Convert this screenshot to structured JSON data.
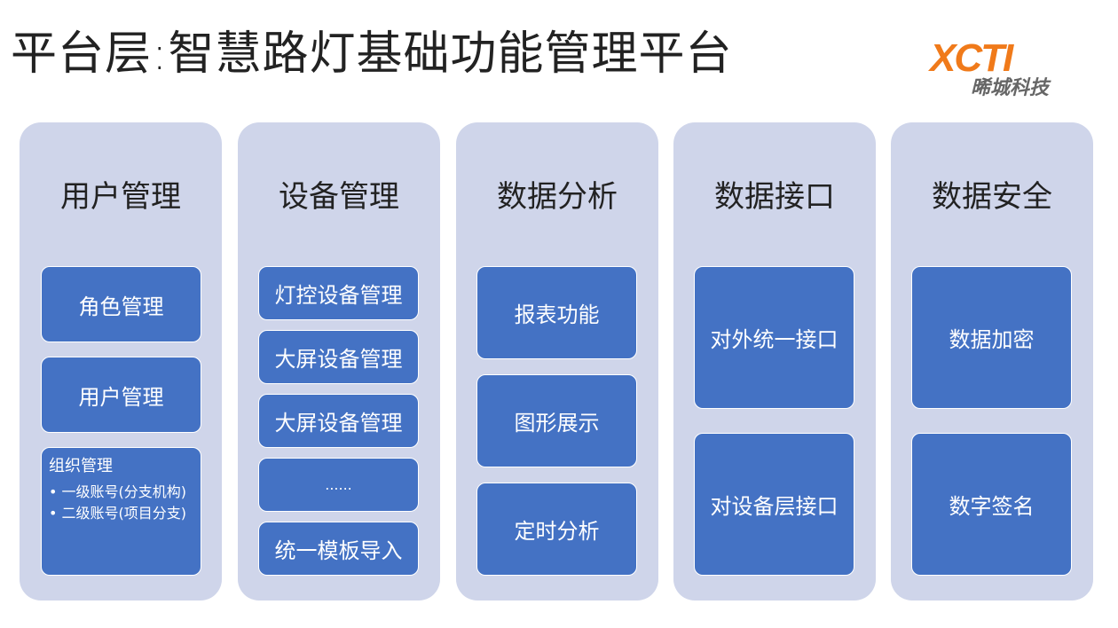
{
  "title": "平台层:智慧路灯基础功能管理平台",
  "logo": {
    "brand": "XCTI",
    "name": "晞城科技",
    "color": "#f07a1a"
  },
  "colors": {
    "column": "#cfd5ea",
    "box": "#4472c4"
  },
  "columns": [
    {
      "heading": "用户管理",
      "items": [
        "角色管理",
        "用户管理"
      ],
      "org": {
        "title": "组织管理",
        "bullets": [
          "一级账号(分支机构)",
          "二级账号(项目分支)"
        ]
      }
    },
    {
      "heading": "设备管理",
      "items": [
        "灯控设备管理",
        "大屏设备管理",
        "大屏设备管理",
        "......",
        "统一模板导入"
      ]
    },
    {
      "heading": "数据分析",
      "items": [
        "报表功能",
        "图形展示",
        "定时分析"
      ]
    },
    {
      "heading": "数据接口",
      "items": [
        "对外统一接口",
        "对设备层接口"
      ]
    },
    {
      "heading": "数据安全",
      "items": [
        "数据加密",
        "数字签名"
      ]
    }
  ]
}
